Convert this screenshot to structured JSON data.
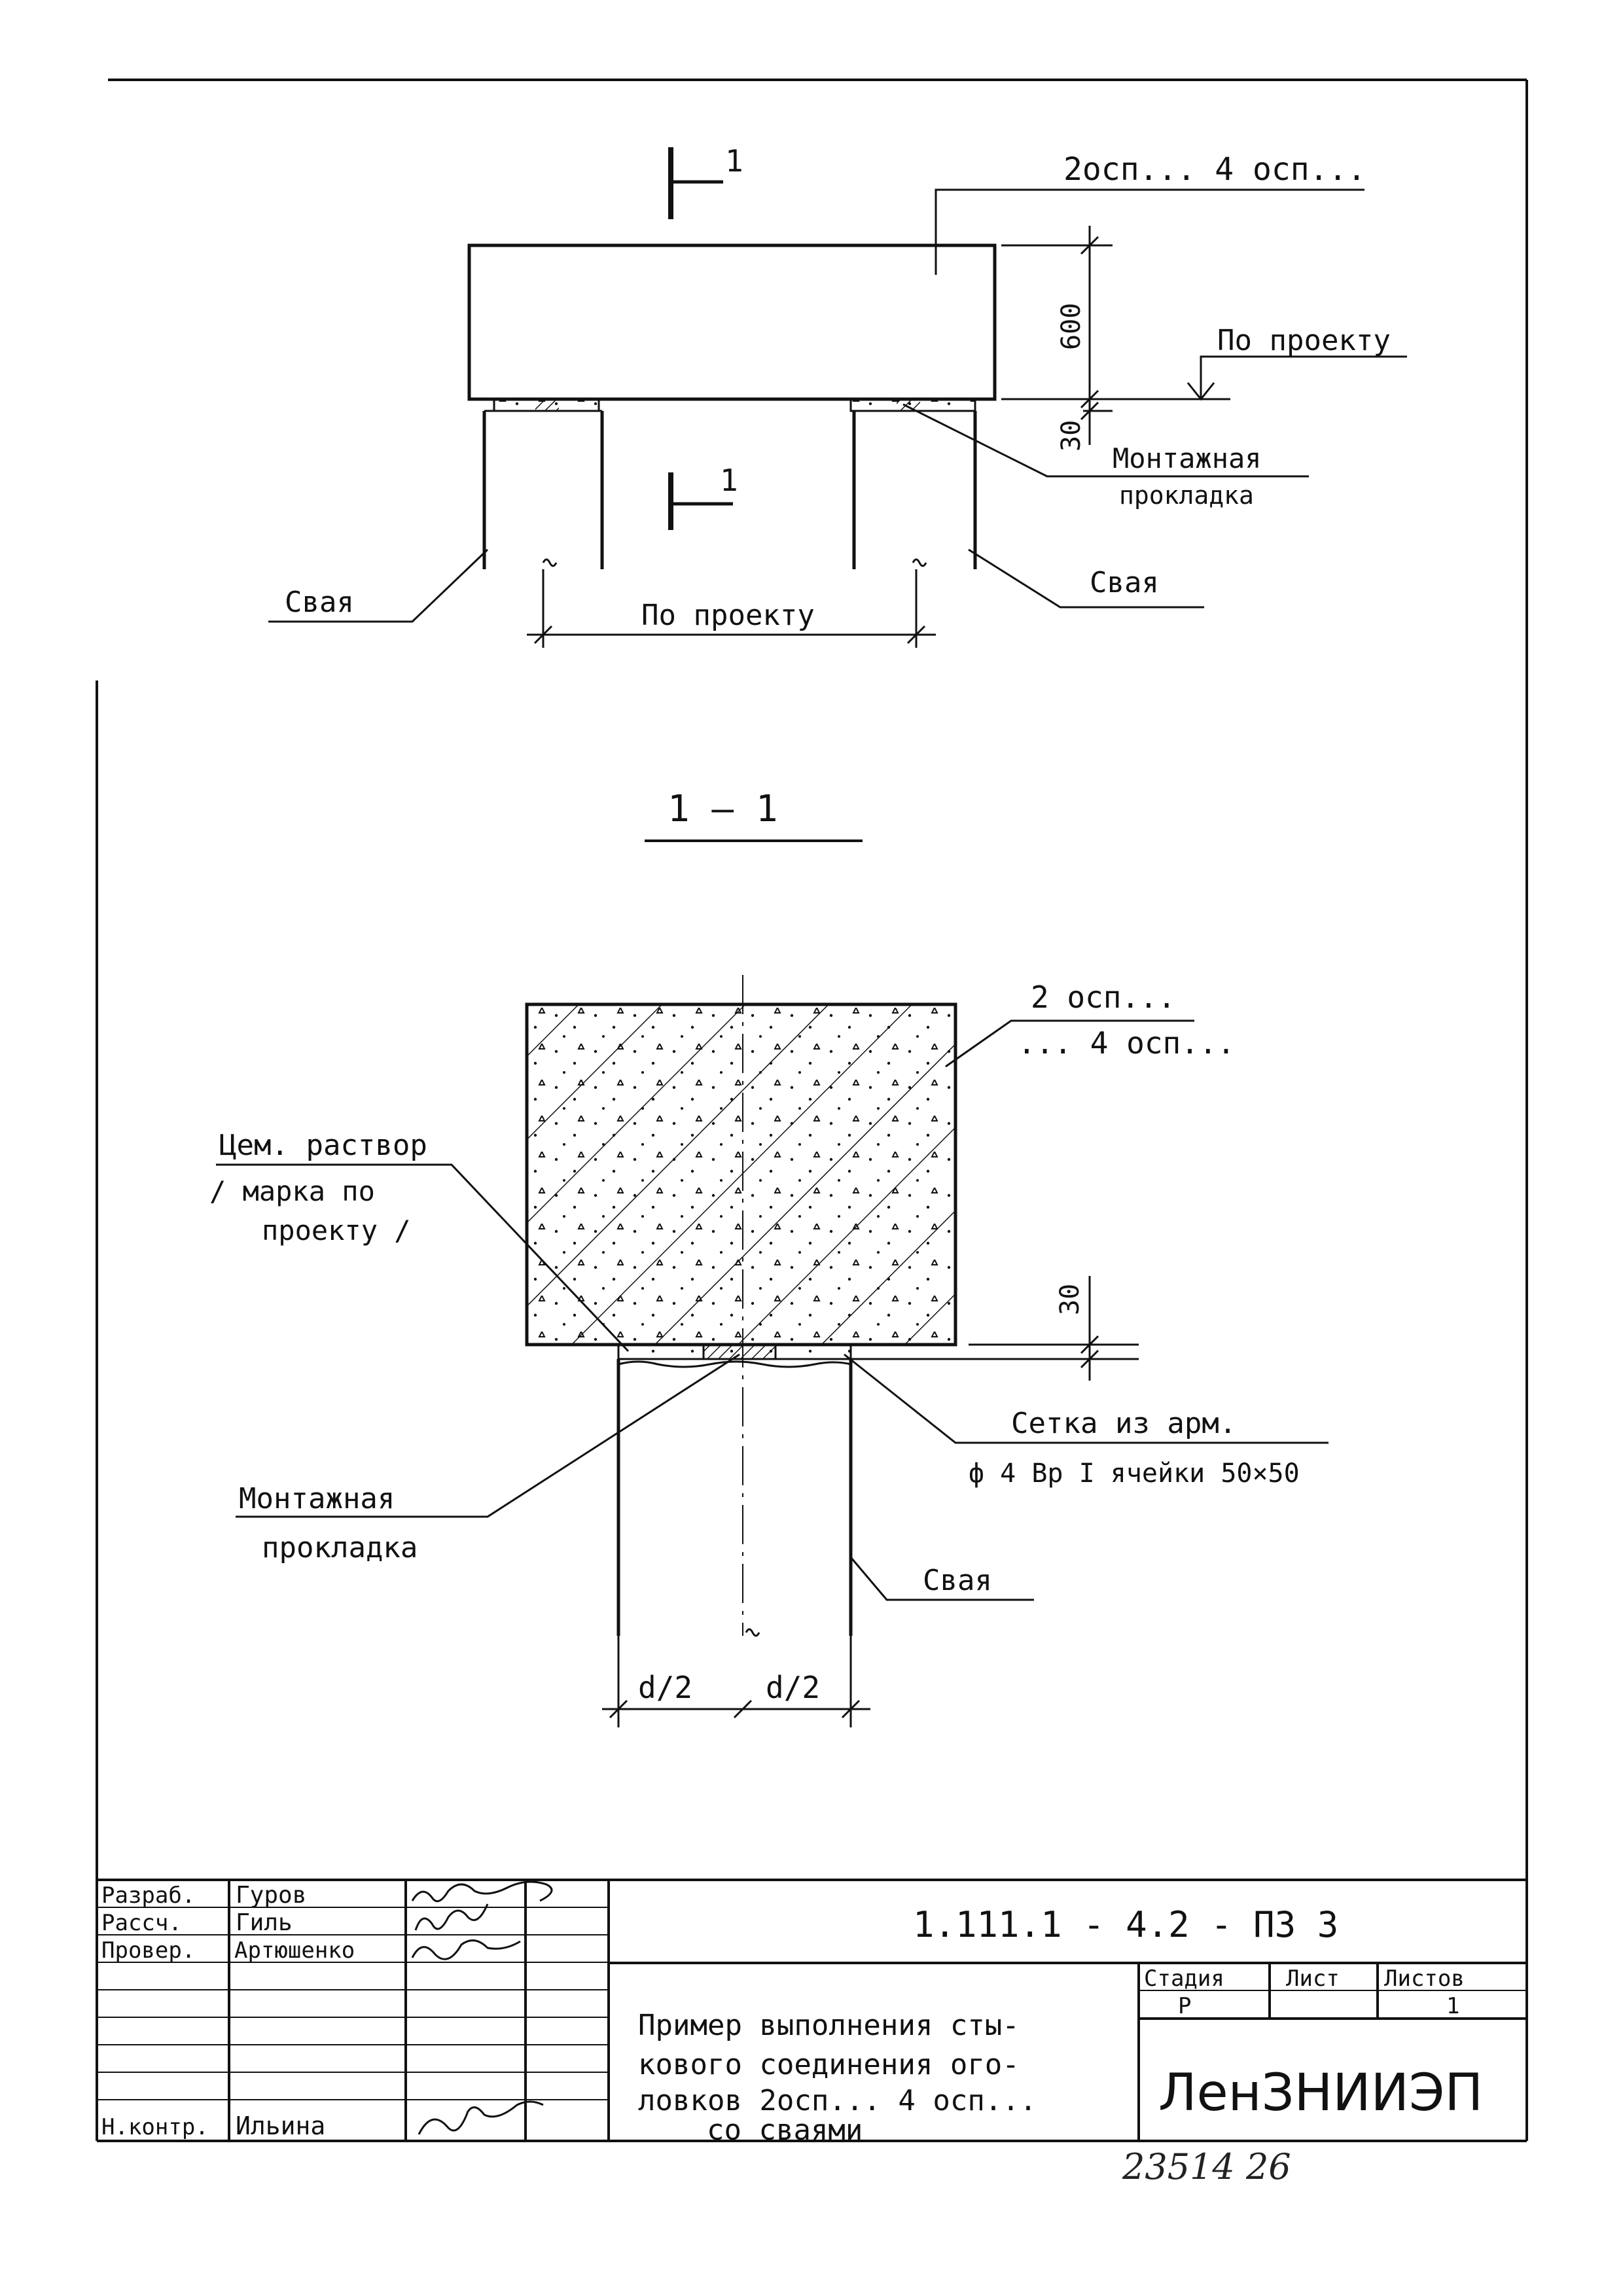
{
  "elevation": {
    "section_mark": "1",
    "beam_label": "2осп... 4 осп...",
    "dim_height": "600",
    "dim_gap": "30",
    "level_label": "По проекту",
    "pad_label_line1": "Монтажная",
    "pad_label_line2": "прокладка",
    "pile_left_label": "Свая",
    "pile_right_label": "Свая",
    "span_label": "По проекту"
  },
  "section": {
    "title": "1 — 1",
    "beam_label_line1": "2 осп...",
    "beam_label_line2": "... 4 осп...",
    "mortar_line1": "Цем. раствор",
    "mortar_line2": "/ марка по",
    "mortar_line3": "проекту /",
    "dim_gap": "30",
    "mesh_line1": "Сетка из арм.",
    "mesh_line2": "ф 4 Вр I  ячейки 50×50",
    "pad_line1": "Монтажная",
    "pad_line2": "прокладка",
    "pile_label": "Свая",
    "half_left": "d/2",
    "half_right": "d/2"
  },
  "title_block": {
    "roles": [
      "Разраб.",
      "Рассч.",
      "Провер.",
      "",
      "",
      "",
      "Н.контр."
    ],
    "names": [
      "Гуров",
      "Гиль",
      "Артюшенко",
      "",
      "",
      "",
      "Ильина"
    ],
    "code": "1.111.1 - 4.2    - ПЗ 3",
    "description": [
      "Пример выполнения сты-",
      "кового соединения ого-",
      "ловков 2осп... 4 осп...",
      "со сваями"
    ],
    "stage_header": "Стадия",
    "sheet_header": "Лист",
    "sheets_header": "Листов",
    "stage_value": "Р",
    "sheet_value": "",
    "sheets_value": "1",
    "organization": "ЛенЗНИИЭП"
  },
  "archive_number": "23514  26"
}
